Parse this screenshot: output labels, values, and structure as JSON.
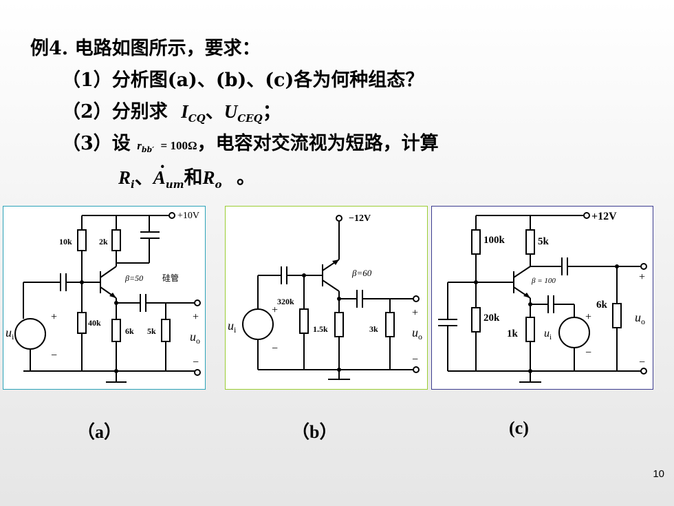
{
  "title": "例4. 电路如图所示，要求：",
  "q1": "（1）分析图(a)、(b)、(c)各为何种组态？",
  "q2": {
    "prefix": "（2）分别求",
    "icq": "I",
    "icq_sub": "CQ",
    "sep": "、",
    "uceq": "U",
    "uceq_sub": "CEQ",
    "end": "；"
  },
  "q3": {
    "prefix": "（3）设",
    "rbb": "r",
    "rbb_sub": "bb′",
    "rbb_val": "= 100Ω",
    "rest": "，电容对交流视为短路，计算"
  },
  "q4": {
    "ri": "R",
    "ri_sub": "i",
    "sep": "、",
    "aum": "A",
    "aum_sub": "um",
    "and": "和",
    "ro": "R",
    "ro_sub": "o",
    "end": "。"
  },
  "circuit_a": {
    "vcc": "+10V",
    "r1": "10k",
    "r2": "2k",
    "r3": "40k",
    "re": "6k",
    "rl": "5k",
    "beta": "β=50",
    "note": "硅管",
    "ui": "u",
    "ui_sub": "i",
    "uo": "u",
    "uo_sub": "o",
    "plus": "+",
    "minus": "−",
    "border": "#2aa2b8"
  },
  "circuit_b": {
    "vcc": "−12V",
    "rb": "320k",
    "re": "1.5k",
    "rl": "3k",
    "beta": "β=60",
    "ui": "u",
    "ui_sub": "i",
    "uo": "u",
    "uo_sub": "o",
    "plus": "+",
    "minus": "−",
    "border": "#9acd32"
  },
  "circuit_c": {
    "vcc": "+12V",
    "r1": "100k",
    "rc": "5k",
    "r2": "20k",
    "re": "1k",
    "rl": "6k",
    "beta": "β = 100",
    "ui": "u",
    "ui_sub": "i",
    "uo": "u",
    "uo_sub": "o",
    "plus": "+",
    "minus": "−",
    "border": "#3b3b8f"
  },
  "captions": {
    "a": "（a）",
    "b": "（b）",
    "c": "(c)"
  },
  "page_number": "10"
}
